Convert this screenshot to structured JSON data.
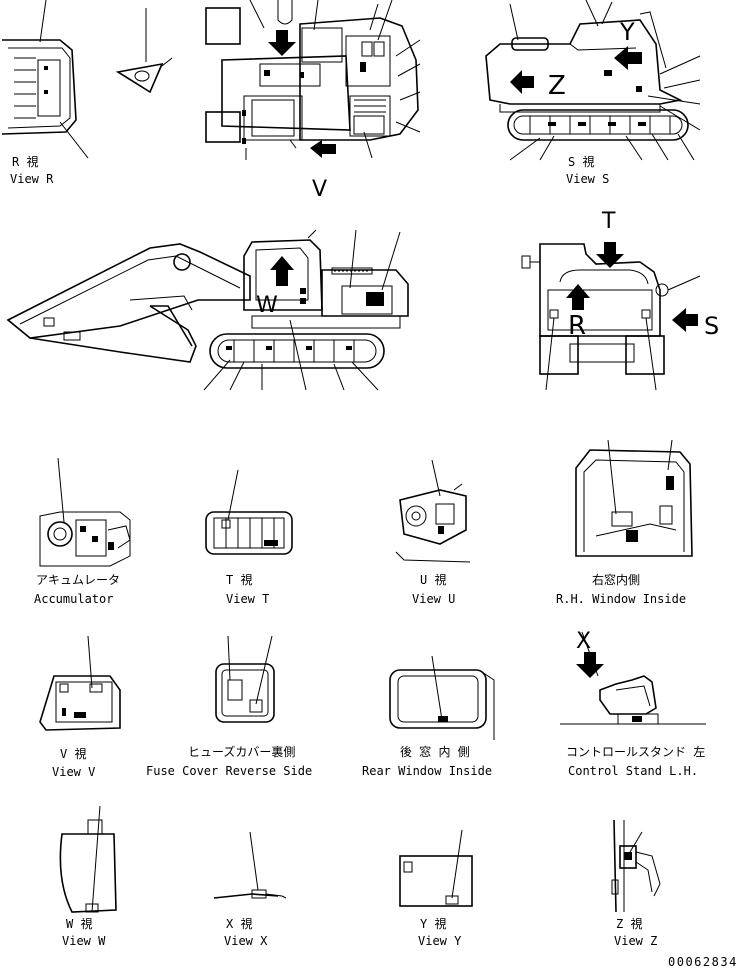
{
  "labels": {
    "view_r_jp": "R 視",
    "view_r_en": "View R",
    "view_s_jp": "S 視",
    "view_s_en": "View S",
    "letter_v_top": "V",
    "letter_y": "Y",
    "letter_z": "Z",
    "letter_t": "T",
    "letter_s": "S",
    "letter_r": "R",
    "letter_w": "W",
    "accumulator_jp": "アキュムレータ",
    "accumulator_en": "Accumulator",
    "view_t_jp": "T 視",
    "view_t_en": "View T",
    "view_u_jp": "U 視",
    "view_u_en": "View U",
    "rh_window_jp": "右窓内側",
    "rh_window_en": "R.H. Window Inside",
    "view_v_jp": "V 視",
    "view_v_en": "View V",
    "fuse_cover_jp": "ヒューズカバー裏側",
    "fuse_cover_en": "Fuse Cover Reverse Side",
    "rear_window_jp": "後 窓 内 側",
    "rear_window_en": "Rear Window Inside",
    "control_stand_jp": "コントロールスタンド 左",
    "control_stand_en": "Control Stand L.H.",
    "letter_x": "X",
    "view_w_jp": "W 視",
    "view_w_en": "View W",
    "view_x_jp": "X 視",
    "view_x_en": "View X",
    "view_y_jp": "Y 視",
    "view_y_en": "View Y",
    "view_z_jp": "Z 視",
    "view_z_en": "View Z",
    "drawing_number": "00062834"
  }
}
